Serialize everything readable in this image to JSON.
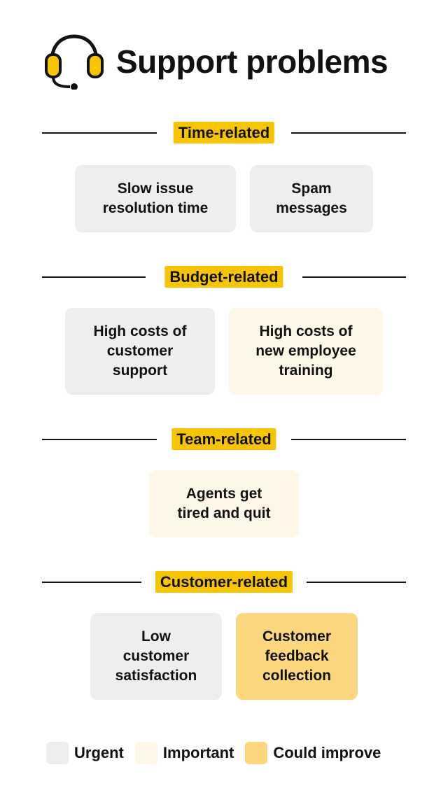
{
  "header": {
    "title": "Support problems",
    "icon": "headset-icon"
  },
  "colors": {
    "accent": "#f7c500",
    "urgent": "#eeeeee",
    "important": "#fef6e6",
    "could_improve": "#fcd77e"
  },
  "sections": [
    {
      "label": "Time-related",
      "cards": [
        {
          "text": "Slow issue\nresolution time",
          "category": "urgent"
        },
        {
          "text": "Spam\nmessages",
          "category": "urgent"
        }
      ]
    },
    {
      "label": "Budget-related",
      "cards": [
        {
          "text": "High costs of\ncustomer\nsupport",
          "category": "urgent"
        },
        {
          "text": "High costs of\nnew employee\ntraining",
          "category": "important"
        }
      ]
    },
    {
      "label": "Team-related",
      "cards": [
        {
          "text": "Agents get\ntired and quit",
          "category": "important"
        }
      ]
    },
    {
      "label": "Customer-related",
      "cards": [
        {
          "text": "Low\ncustomer\nsatisfaction",
          "category": "urgent"
        },
        {
          "text": "Customer\nfeedback\ncollection",
          "category": "could_improve"
        }
      ]
    }
  ],
  "legend": [
    {
      "label": "Urgent",
      "category": "urgent"
    },
    {
      "label": "Important",
      "category": "important"
    },
    {
      "label": "Could improve",
      "category": "could_improve"
    }
  ]
}
